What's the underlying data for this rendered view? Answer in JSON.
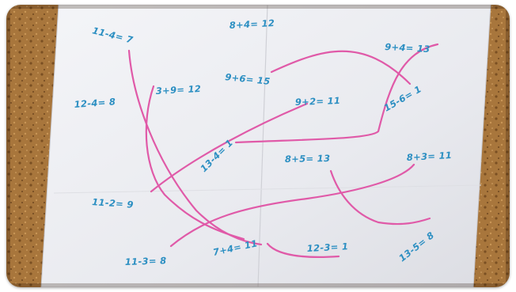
{
  "photo": {
    "subject": "worksheet photo",
    "colors": {
      "cork": "#a8763c",
      "paper": "#eeeff3",
      "blue_ink": "#2c8fc2",
      "pink_ink": "#e05aa8"
    },
    "equations_left": [
      {
        "id": "eq-1",
        "text": "11-4= 7"
      },
      {
        "id": "eq-2",
        "text": "12-4= 8"
      },
      {
        "id": "eq-3",
        "text": "3+9= 12"
      },
      {
        "id": "eq-4",
        "text": "11-2= 9"
      },
      {
        "id": "eq-5",
        "text": "11-3= 8"
      }
    ],
    "equations_middle": [
      {
        "id": "eq-6",
        "text": "8+4= 12"
      },
      {
        "id": "eq-7",
        "text": "9+6= 15"
      },
      {
        "id": "eq-8",
        "text": "9+2= 11"
      },
      {
        "id": "eq-9",
        "text": "13-4= 1"
      },
      {
        "id": "eq-10",
        "text": "8+5= 13"
      },
      {
        "id": "eq-11",
        "text": "7+4= 11"
      },
      {
        "id": "eq-12",
        "text": "12-3= 1"
      }
    ],
    "equations_right": [
      {
        "id": "eq-13",
        "text": "9+4= 13"
      },
      {
        "id": "eq-14",
        "text": "15-6= 1"
      },
      {
        "id": "eq-15",
        "text": "8+3= 11"
      },
      {
        "id": "eq-16",
        "text": "13-5= 8"
      }
    ]
  }
}
